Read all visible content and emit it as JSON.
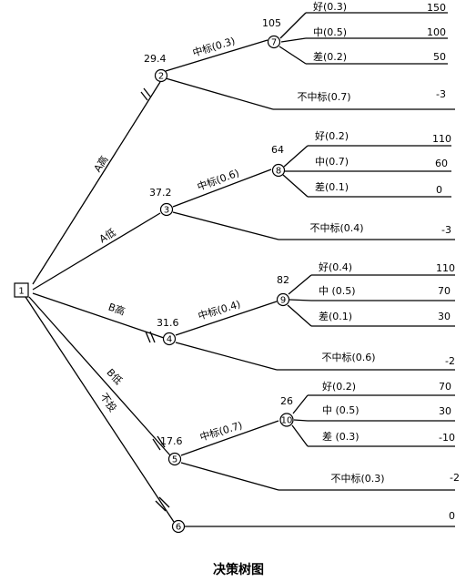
{
  "caption": "决策树图",
  "nodes": {
    "n1": "1",
    "n2": "2",
    "n3": "3",
    "n4": "4",
    "n5": "5",
    "n6": "6",
    "n7": "7",
    "n8": "8",
    "n9": "9",
    "n10": "10"
  },
  "expected_values": {
    "n2": "29.4",
    "n3": "37.2",
    "n4": "31.6",
    "n5": "17.6",
    "n7": "105",
    "n8": "64",
    "n9": "82",
    "n10": "26"
  },
  "decision_branches": {
    "a_high": "A高",
    "a_low": "A低",
    "b_high": "B高",
    "b_low": "B低",
    "no_bid": "不投"
  },
  "bid_branches": {
    "n2_win": "中标(0.3)",
    "n2_lose": "不中标(0.7)",
    "n3_win": "中标(0.6)",
    "n3_lose": "不中标(0.4)",
    "n4_win": "中标(0.4)",
    "n4_lose": "不中标(0.6)",
    "n5_win": "中标(0.7)",
    "n5_lose": "不中标(0.3)"
  },
  "outcome_branches": {
    "n7": {
      "good": "好(0.3)",
      "mid": "中(0.5)",
      "bad": "差(0.2)"
    },
    "n8": {
      "good": "好(0.2)",
      "mid": "中(0.7)",
      "bad": "差(0.1)"
    },
    "n9": {
      "good": "好(0.4)",
      "mid": "中 (0.5)",
      "bad": "差(0.1)"
    },
    "n10": {
      "good": "好(0.2)",
      "mid": "中 (0.5)",
      "bad": "差 (0.3)"
    }
  },
  "payoffs": {
    "n7": {
      "good": "150",
      "mid": "100",
      "bad": "50"
    },
    "n2_lose": "-3",
    "n8": {
      "good": "110",
      "mid": "60",
      "bad": "0"
    },
    "n3_lose": "-3",
    "n9": {
      "good": "110",
      "mid": "70",
      "bad": "30"
    },
    "n4_lose": "-2",
    "n10": {
      "good": "70",
      "mid": "30",
      "bad": "-10"
    },
    "n5_lose": "-2",
    "n6": "0"
  }
}
